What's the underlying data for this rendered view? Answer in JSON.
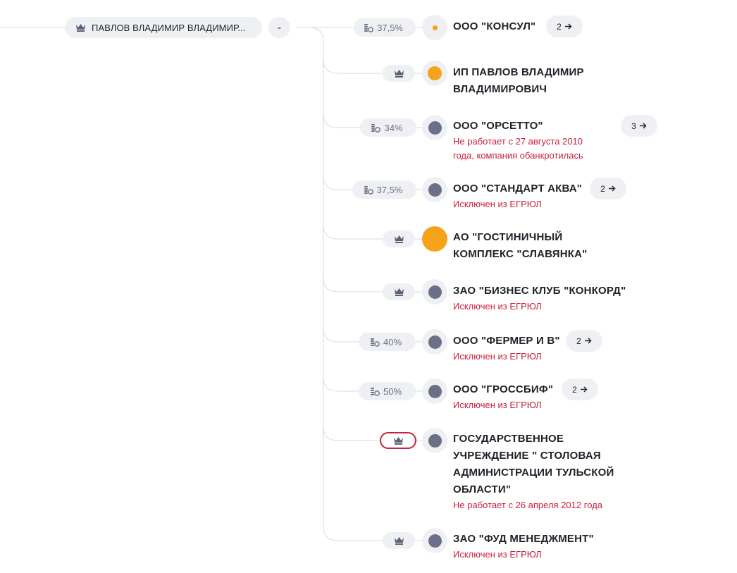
{
  "root": {
    "name": "ПАВЛОВ ВЛАДИМИР ВЛАДИМИР...",
    "collapse_label": "-"
  },
  "relations": [
    {
      "relation_type": "share",
      "share": "37,5%",
      "dot": "orange-small",
      "name_lines": [
        "ООО \"КОНСУЛ\""
      ],
      "status_lines": [],
      "links_count": "2"
    },
    {
      "relation_type": "founder",
      "dot": "orange-medium",
      "name_lines": [
        "ИП ПАВЛОВ ВЛАДИМИР",
        "ВЛАДИМИРОВИЧ"
      ],
      "status_lines": []
    },
    {
      "relation_type": "share",
      "share": "34%",
      "dot": "gray",
      "name_lines": [
        "ООО \"ОРСЕТТО\""
      ],
      "status_lines": [
        "Не работает с 27 августа 2010",
        "года, компания обанкротилась"
      ],
      "links_count": "3"
    },
    {
      "relation_type": "share",
      "share": "37,5%",
      "dot": "gray",
      "name_lines": [
        "ООО \"СТАНДАРТ АКВА\""
      ],
      "status_lines": [
        "Исключен из ЕГРЮЛ"
      ],
      "links_count": "2"
    },
    {
      "relation_type": "founder",
      "dot": "orange-large",
      "name_lines": [
        "АО \"ГОСТИНИЧНЫЙ",
        "КОМПЛЕКС \"СЛАВЯНКА\""
      ],
      "status_lines": []
    },
    {
      "relation_type": "founder",
      "dot": "gray",
      "name_lines": [
        "ЗАО \"БИЗНЕС КЛУБ \"КОНКОРД\""
      ],
      "status_lines": [
        "Исключен из ЕГРЮЛ"
      ]
    },
    {
      "relation_type": "share",
      "share": "40%",
      "dot": "gray",
      "name_lines": [
        "ООО \"ФЕРМЕР И В\""
      ],
      "status_lines": [
        "Исключен из ЕГРЮЛ"
      ],
      "links_count": "2"
    },
    {
      "relation_type": "share",
      "share": "50%",
      "dot": "gray",
      "name_lines": [
        "ООО \"ГРОССБИФ\""
      ],
      "status_lines": [
        "Исключен из ЕГРЮЛ"
      ],
      "links_count": "2"
    },
    {
      "relation_type": "founder",
      "highlighted": true,
      "dot": "gray",
      "name_lines": [
        "ГОСУДАРСТВЕННОЕ",
        "УЧРЕЖДЕНИЕ \" СТОЛОВАЯ",
        "АДМИНИСТРАЦИИ ТУЛЬСКОЙ",
        "ОБЛАСТИ\""
      ],
      "status_lines": [
        "Не работает с 26 апреля 2012 года"
      ]
    },
    {
      "relation_type": "founder",
      "dot": "gray",
      "name_lines": [
        "ЗАО \"ФУД МЕНЕДЖМЕНТ\""
      ],
      "status_lines": [
        "Исключен из ЕГРЮЛ"
      ]
    }
  ],
  "colors": {
    "pill_bg": "#eef0f4",
    "status_red": "#c8203f",
    "dot_gray": "#6b7087",
    "dot_orange": "#f5a31a",
    "line": "#d7dae1"
  },
  "icons": {
    "founder": "crown-icon",
    "share": "coins-icon",
    "links": "arrow-right-icon"
  }
}
